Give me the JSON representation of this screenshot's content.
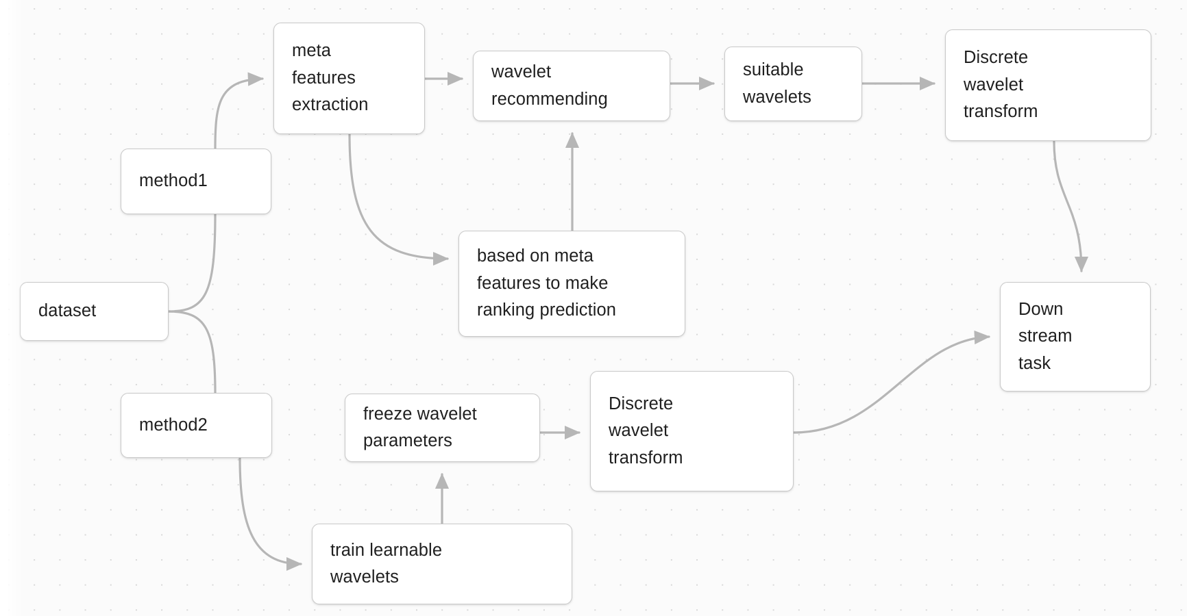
{
  "diagram": {
    "title": "wavelet method pipeline flowchart",
    "background_color": "#fbfbfb",
    "dot_color": "#d8d8d8",
    "node_fill": "#ffffff",
    "node_border_color": "#c9c9c9",
    "edge_color": "#b6b6b6",
    "text_color": "#1f1f1f",
    "nodes": [
      {
        "id": "meta-features-extraction",
        "label": "meta\nfeatures\nextraction"
      },
      {
        "id": "method1",
        "label": "method1"
      },
      {
        "id": "dataset",
        "label": "dataset"
      },
      {
        "id": "method2",
        "label": "method2"
      },
      {
        "id": "wavelet-recommending",
        "label": "wavelet\nrecommending"
      },
      {
        "id": "suitable-wavelets",
        "label": "suitable\nwavelets"
      },
      {
        "id": "discrete-wavelet-transform-top",
        "label": "Discrete\nwavelet\ntransform"
      },
      {
        "id": "ranking-prediction",
        "label": "based on meta\nfeatures to make\nranking prediction"
      },
      {
        "id": "down-stream-task",
        "label": "Down\nstream\ntask"
      },
      {
        "id": "freeze-wavelet-parameters",
        "label": "freeze wavelet\nparameters"
      },
      {
        "id": "discrete-wavelet-transform-bottom",
        "label": "Discrete\nwavelet\ntransform"
      },
      {
        "id": "train-learnable-wavelets",
        "label": "train learnable\nwavelets"
      }
    ],
    "edges": [
      {
        "from": "method1",
        "to": "meta-features-extraction"
      },
      {
        "from": "dataset",
        "to": "method1"
      },
      {
        "from": "dataset",
        "to": "method2"
      },
      {
        "from": "meta-features-extraction",
        "to": "wavelet-recommending"
      },
      {
        "from": "meta-features-extraction",
        "to": "ranking-prediction"
      },
      {
        "from": "ranking-prediction",
        "to": "wavelet-recommending"
      },
      {
        "from": "wavelet-recommending",
        "to": "suitable-wavelets"
      },
      {
        "from": "suitable-wavelets",
        "to": "discrete-wavelet-transform-top"
      },
      {
        "from": "discrete-wavelet-transform-top",
        "to": "down-stream-task"
      },
      {
        "from": "method2",
        "to": "train-learnable-wavelets"
      },
      {
        "from": "train-learnable-wavelets",
        "to": "freeze-wavelet-parameters"
      },
      {
        "from": "freeze-wavelet-parameters",
        "to": "discrete-wavelet-transform-bottom"
      },
      {
        "from": "discrete-wavelet-transform-bottom",
        "to": "down-stream-task"
      }
    ]
  }
}
